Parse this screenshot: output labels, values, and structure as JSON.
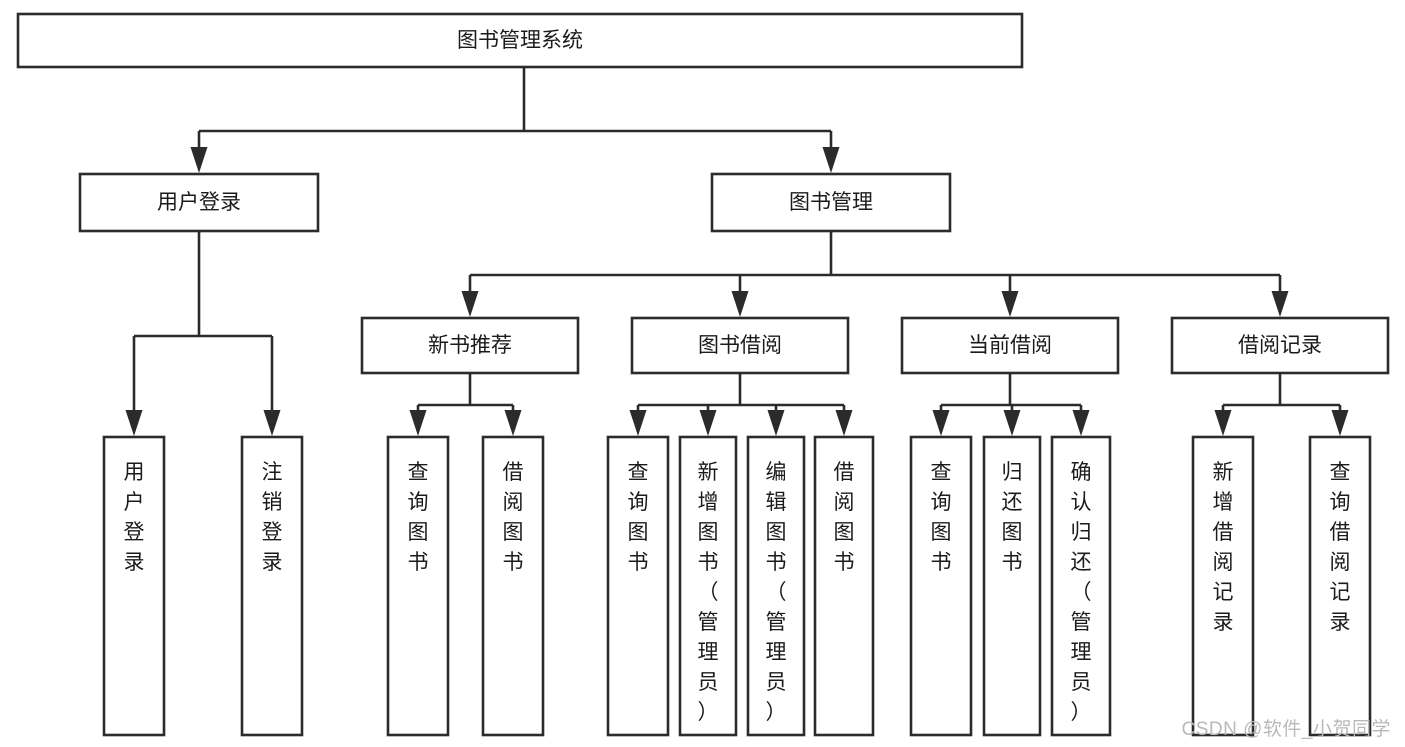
{
  "diagram": {
    "type": "tree",
    "title": "图书管理系统",
    "orientation": "top-down",
    "colors": {
      "box_fill": "#ffffff",
      "box_stroke": "#2b2b2b",
      "connector": "#2b2b2b",
      "text": "#1b1b1b",
      "watermark": "#b9b9b9",
      "background": "#ffffff"
    },
    "levels": [
      {
        "level": 0,
        "nodes": [
          {
            "id": "root",
            "label": "图书管理系统",
            "text_direction": "horizontal"
          }
        ]
      },
      {
        "level": 1,
        "nodes": [
          {
            "id": "user-login",
            "label": "用户登录",
            "parent": "root",
            "text_direction": "horizontal"
          },
          {
            "id": "book-manage",
            "label": "图书管理",
            "parent": "root",
            "text_direction": "horizontal"
          }
        ]
      },
      {
        "level": 2,
        "nodes": [
          {
            "id": "new-book-rec",
            "label": "新书推荐",
            "parent": "book-manage",
            "text_direction": "horizontal"
          },
          {
            "id": "book-borrow",
            "label": "图书借阅",
            "parent": "book-manage",
            "text_direction": "horizontal"
          },
          {
            "id": "current-borrow",
            "label": "当前借阅",
            "parent": "book-manage",
            "text_direction": "horizontal"
          },
          {
            "id": "borrow-record",
            "label": "借阅记录",
            "parent": "book-manage",
            "text_direction": "horizontal"
          }
        ]
      },
      {
        "level": 3,
        "nodes": [
          {
            "id": "leaf-user-login",
            "label": "用户登录",
            "parent": "user-login",
            "text_direction": "vertical"
          },
          {
            "id": "leaf-logout",
            "label": "注销登录",
            "parent": "user-login",
            "text_direction": "vertical"
          },
          {
            "id": "leaf-query-book-1",
            "label": "查询图书",
            "parent": "new-book-rec",
            "text_direction": "vertical"
          },
          {
            "id": "leaf-borrow-book-1",
            "label": "借阅图书",
            "parent": "new-book-rec",
            "text_direction": "vertical"
          },
          {
            "id": "leaf-query-book-2",
            "label": "查询图书",
            "parent": "book-borrow",
            "text_direction": "vertical"
          },
          {
            "id": "leaf-add-book",
            "label": "新增图书（管理员）",
            "parent": "book-borrow",
            "text_direction": "vertical"
          },
          {
            "id": "leaf-edit-book",
            "label": "编辑图书（管理员）",
            "parent": "book-borrow",
            "text_direction": "vertical"
          },
          {
            "id": "leaf-borrow-book-2",
            "label": "借阅图书",
            "parent": "book-borrow",
            "text_direction": "vertical"
          },
          {
            "id": "leaf-query-book-3",
            "label": "查询图书",
            "parent": "current-borrow",
            "text_direction": "vertical"
          },
          {
            "id": "leaf-return-book",
            "label": "归还图书",
            "parent": "current-borrow",
            "text_direction": "vertical"
          },
          {
            "id": "leaf-confirm-return",
            "label": "确认归还（管理员）",
            "parent": "current-borrow",
            "text_direction": "vertical"
          },
          {
            "id": "leaf-add-record",
            "label": "新增借阅记录",
            "parent": "borrow-record",
            "text_direction": "vertical"
          },
          {
            "id": "leaf-query-record",
            "label": "查询借阅记录",
            "parent": "borrow-record",
            "text_direction": "vertical"
          }
        ]
      }
    ]
  },
  "watermark": {
    "text": "CSDN @软件_小贺同学"
  }
}
